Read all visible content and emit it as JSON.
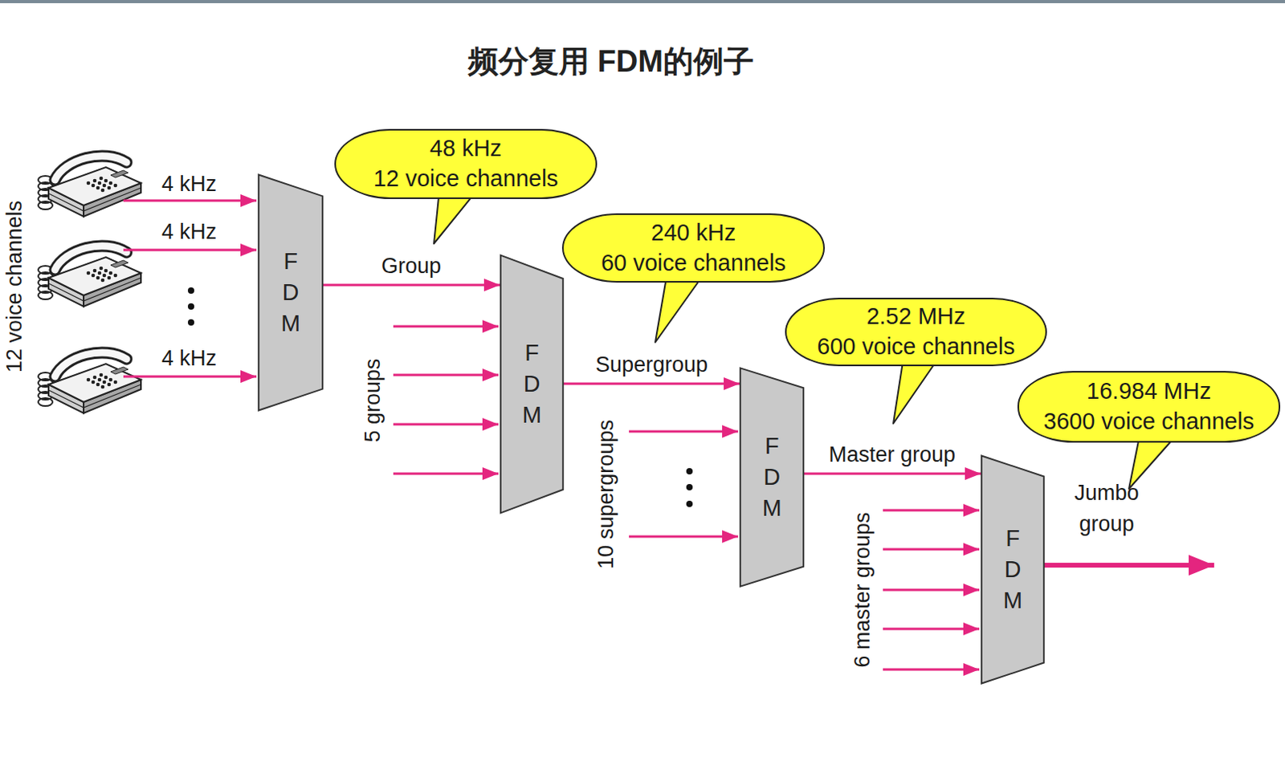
{
  "diagram": {
    "title": "频分复用 FDM的例子",
    "nodes": [
      {
        "text": [
          "F D M"
        ]
      },
      {
        "text": [
          "48 kHz",
          "12 voice channels"
        ]
      },
      {
        "text": [
          "F D M"
        ]
      },
      {
        "text": [
          "240 kHz",
          "60 voice channels"
        ]
      },
      {
        "text": [
          "F D M"
        ]
      },
      {
        "text": [
          "2.52 MHz",
          "600 voice channels"
        ]
      },
      {
        "text": [
          "F D M"
        ]
      },
      {
        "text": [
          "16.984 MHz",
          "3600 voice channels"
        ]
      }
    ],
    "edges": [
      {
        "from": 0,
        "to": 2,
        "arrow": "to",
        "label": "Group"
      },
      {
        "from": 2,
        "to": 4,
        "arrow": "to",
        "label": "Supergroup"
      },
      {
        "from": 4,
        "to": 6,
        "arrow": "to",
        "label": "Master group"
      }
    ],
    "labels": [
      "12 voice channels",
      "4 kHz",
      "4 kHz",
      "4 kHz",
      "5 groups",
      "10 supergroups",
      "6 master groups",
      "Jumbo group"
    ]
  }
}
